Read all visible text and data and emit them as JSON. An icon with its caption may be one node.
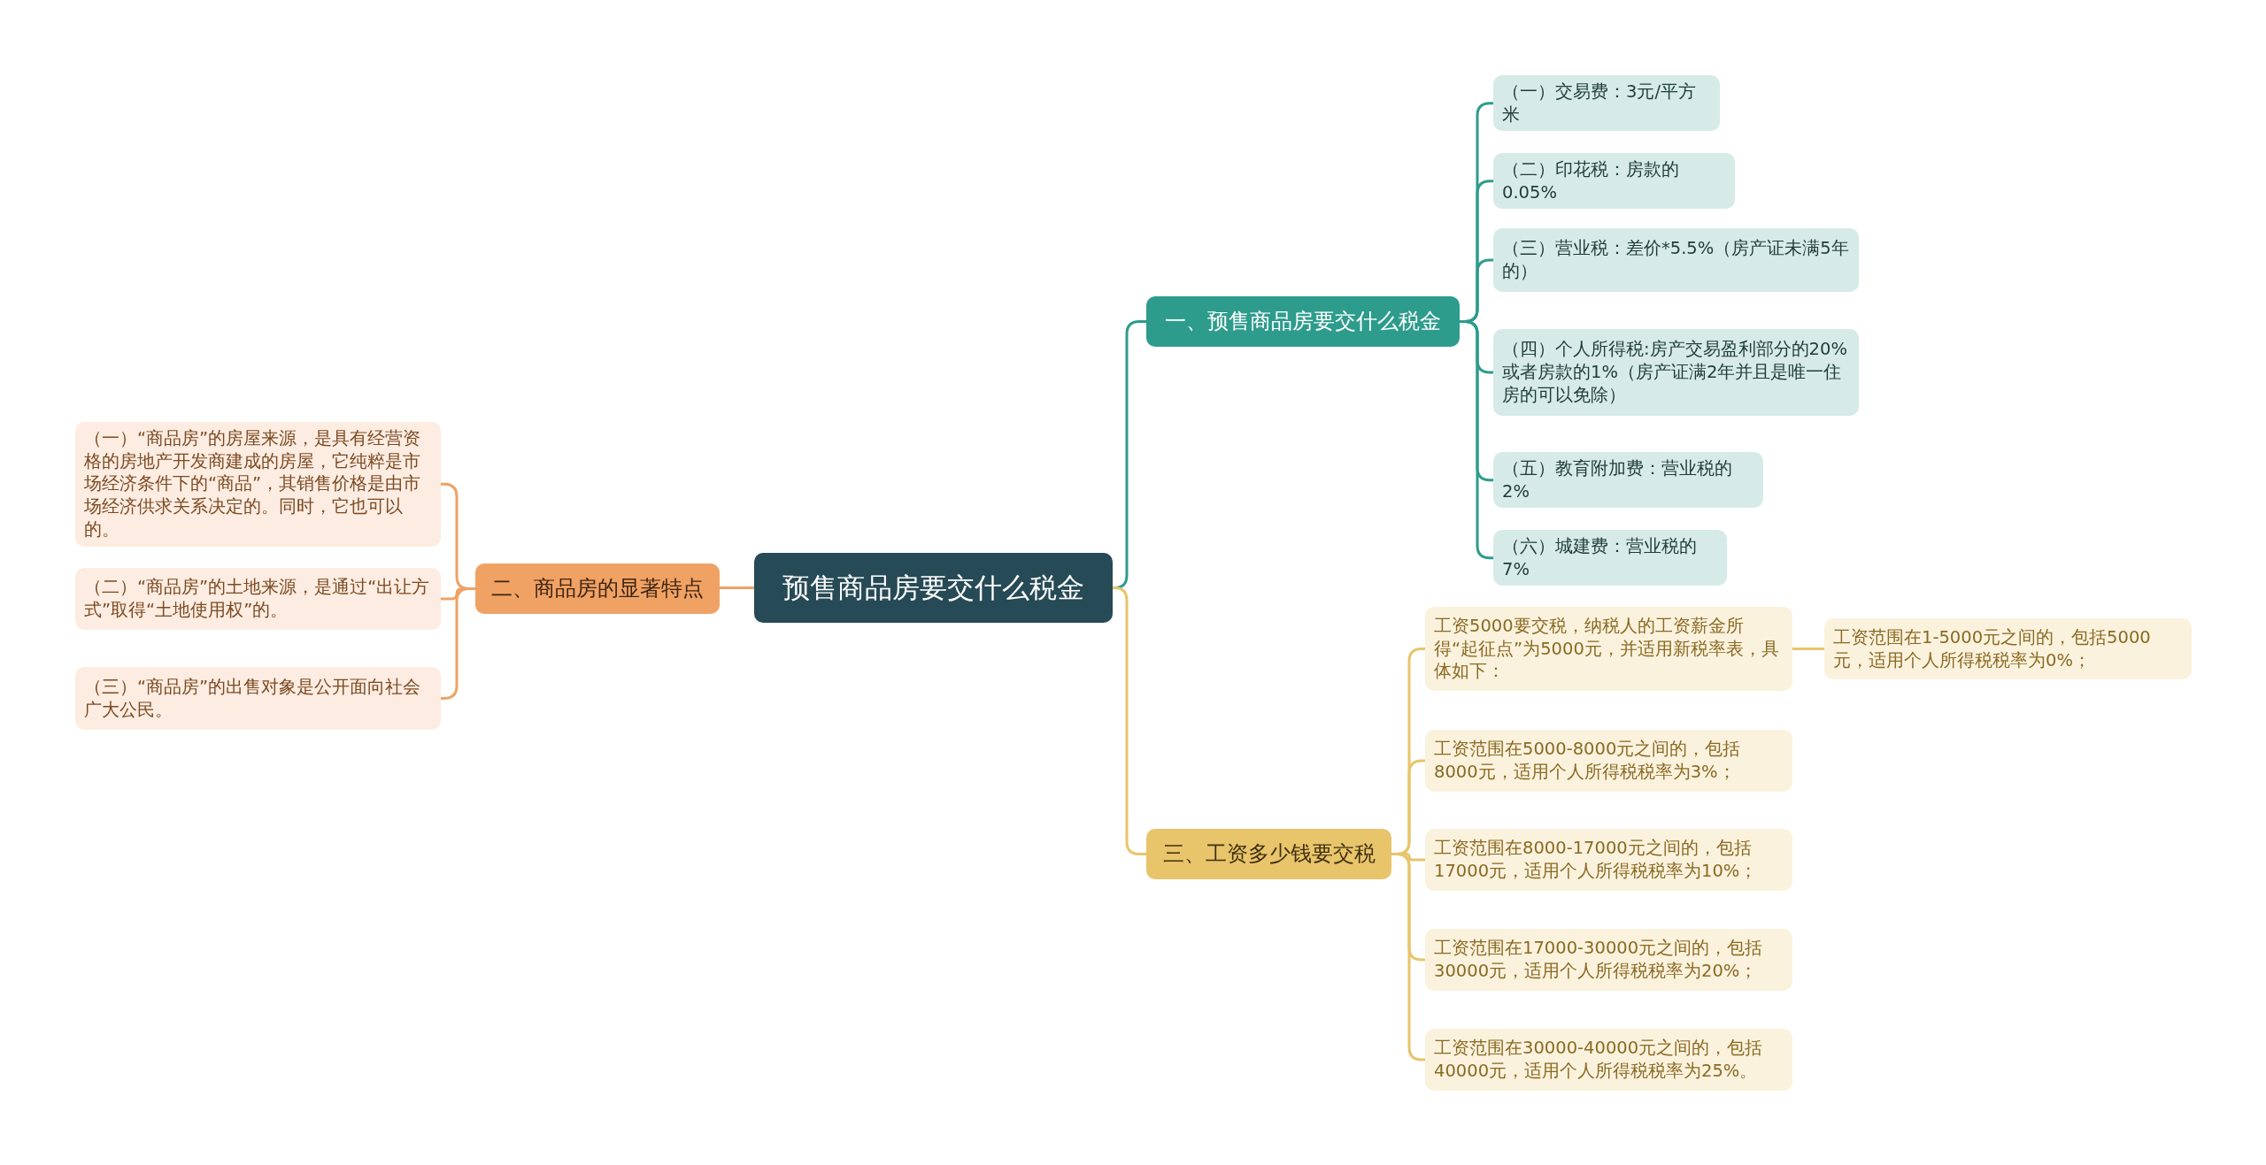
{
  "diagram": {
    "nodes": [
      {
        "text": [
          "预售商品房要交什么税金"
        ]
      },
      {
        "text": [
          "一、预售商品房要交什么税金"
        ]
      },
      {
        "text": [
          "（一）交易费：3元/平方米"
        ]
      },
      {
        "text": [
          "（二）印花税：房款的0.05%"
        ]
      },
      {
        "text": [
          "（三）营业税：差价*5.5%（房产证未满5年的）"
        ]
      },
      {
        "text": [
          "（四）个人所得税:房产交易盈利部分的20%或者房款的1%（房产证满2年并且是唯一住房的可以免除）"
        ]
      },
      {
        "text": [
          "（五）教育附加费：营业税的2%"
        ]
      },
      {
        "text": [
          "（六）城建费：营业税的7%"
        ]
      },
      {
        "text": [
          "二、商品房的显著特点"
        ]
      },
      {
        "text": [
          "（一）“商品房”的房屋来源，是具有经营资格的房地产开发商建成的房屋，它纯粹是市场经济条件下的“商品”，其销售价格是由市场经济供求关系决定的。同时，它也可以的。"
        ]
      },
      {
        "text": [
          "（二）“商品房”的土地来源，是通过“出让方式”取得“土地使用权”的。"
        ]
      },
      {
        "text": [
          "（三）“商品房”的出售对象是公开面向社会广大公民。"
        ]
      },
      {
        "text": [
          "三、工资多少钱要交税"
        ]
      },
      {
        "text": [
          "工资5000要交税，纳税人的工资薪金所得“起征点”为5000元，并适用新税率表，具体如下："
        ]
      },
      {
        "text": [
          "工资范围在1-5000元之间的，包括5000元，适用个人所得税税率为0%；"
        ]
      },
      {
        "text": [
          "工资范围在5000-8000元之间的，包括8000元，适用个人所得税税率为3%；"
        ]
      },
      {
        "text": [
          "工资范围在8000-17000元之间的，包括17000元，适用个人所得税税率为10%；"
        ]
      },
      {
        "text": [
          "工资范围在17000-30000元之间的，包括30000元，适用个人所得税税率为20%；"
        ]
      },
      {
        "text": [
          "工资范围在30000-40000元之间的，包括40000元，适用个人所得税税率为25%。"
        ]
      }
    ],
    "edges": [
      {
        "from": 0,
        "to": 1,
        "arrow": "none",
        "color": "#2e9c8c"
      },
      {
        "from": 1,
        "to": 2,
        "arrow": "none",
        "color": "#2e9c8c"
      },
      {
        "from": 1,
        "to": 3,
        "arrow": "none",
        "color": "#2e9c8c"
      },
      {
        "from": 1,
        "to": 4,
        "arrow": "none",
        "color": "#2e9c8c"
      },
      {
        "from": 1,
        "to": 5,
        "arrow": "none",
        "color": "#2e9c8c"
      },
      {
        "from": 1,
        "to": 6,
        "arrow": "none",
        "color": "#2e9c8c"
      },
      {
        "from": 1,
        "to": 7,
        "arrow": "none",
        "color": "#2e9c8c"
      },
      {
        "from": 0,
        "to": 8,
        "arrow": "none",
        "color": "#eea264"
      },
      {
        "from": 8,
        "to": 9,
        "arrow": "none",
        "color": "#eea264"
      },
      {
        "from": 8,
        "to": 10,
        "arrow": "none",
        "color": "#eea264"
      },
      {
        "from": 8,
        "to": 11,
        "arrow": "none",
        "color": "#eea264"
      },
      {
        "from": 0,
        "to": 12,
        "arrow": "none",
        "color": "#e8c46a"
      },
      {
        "from": 12,
        "to": 13,
        "arrow": "none",
        "color": "#e8c46a"
      },
      {
        "from": 13,
        "to": 14,
        "arrow": "none",
        "color": "#e8c46a"
      },
      {
        "from": 12,
        "to": 15,
        "arrow": "none",
        "color": "#e8c46a"
      },
      {
        "from": 12,
        "to": 16,
        "arrow": "none",
        "color": "#e8c46a"
      },
      {
        "from": 12,
        "to": 17,
        "arrow": "none",
        "color": "#e8c46a"
      },
      {
        "from": 12,
        "to": 18,
        "arrow": "none",
        "color": "#e8c46a"
      }
    ]
  }
}
